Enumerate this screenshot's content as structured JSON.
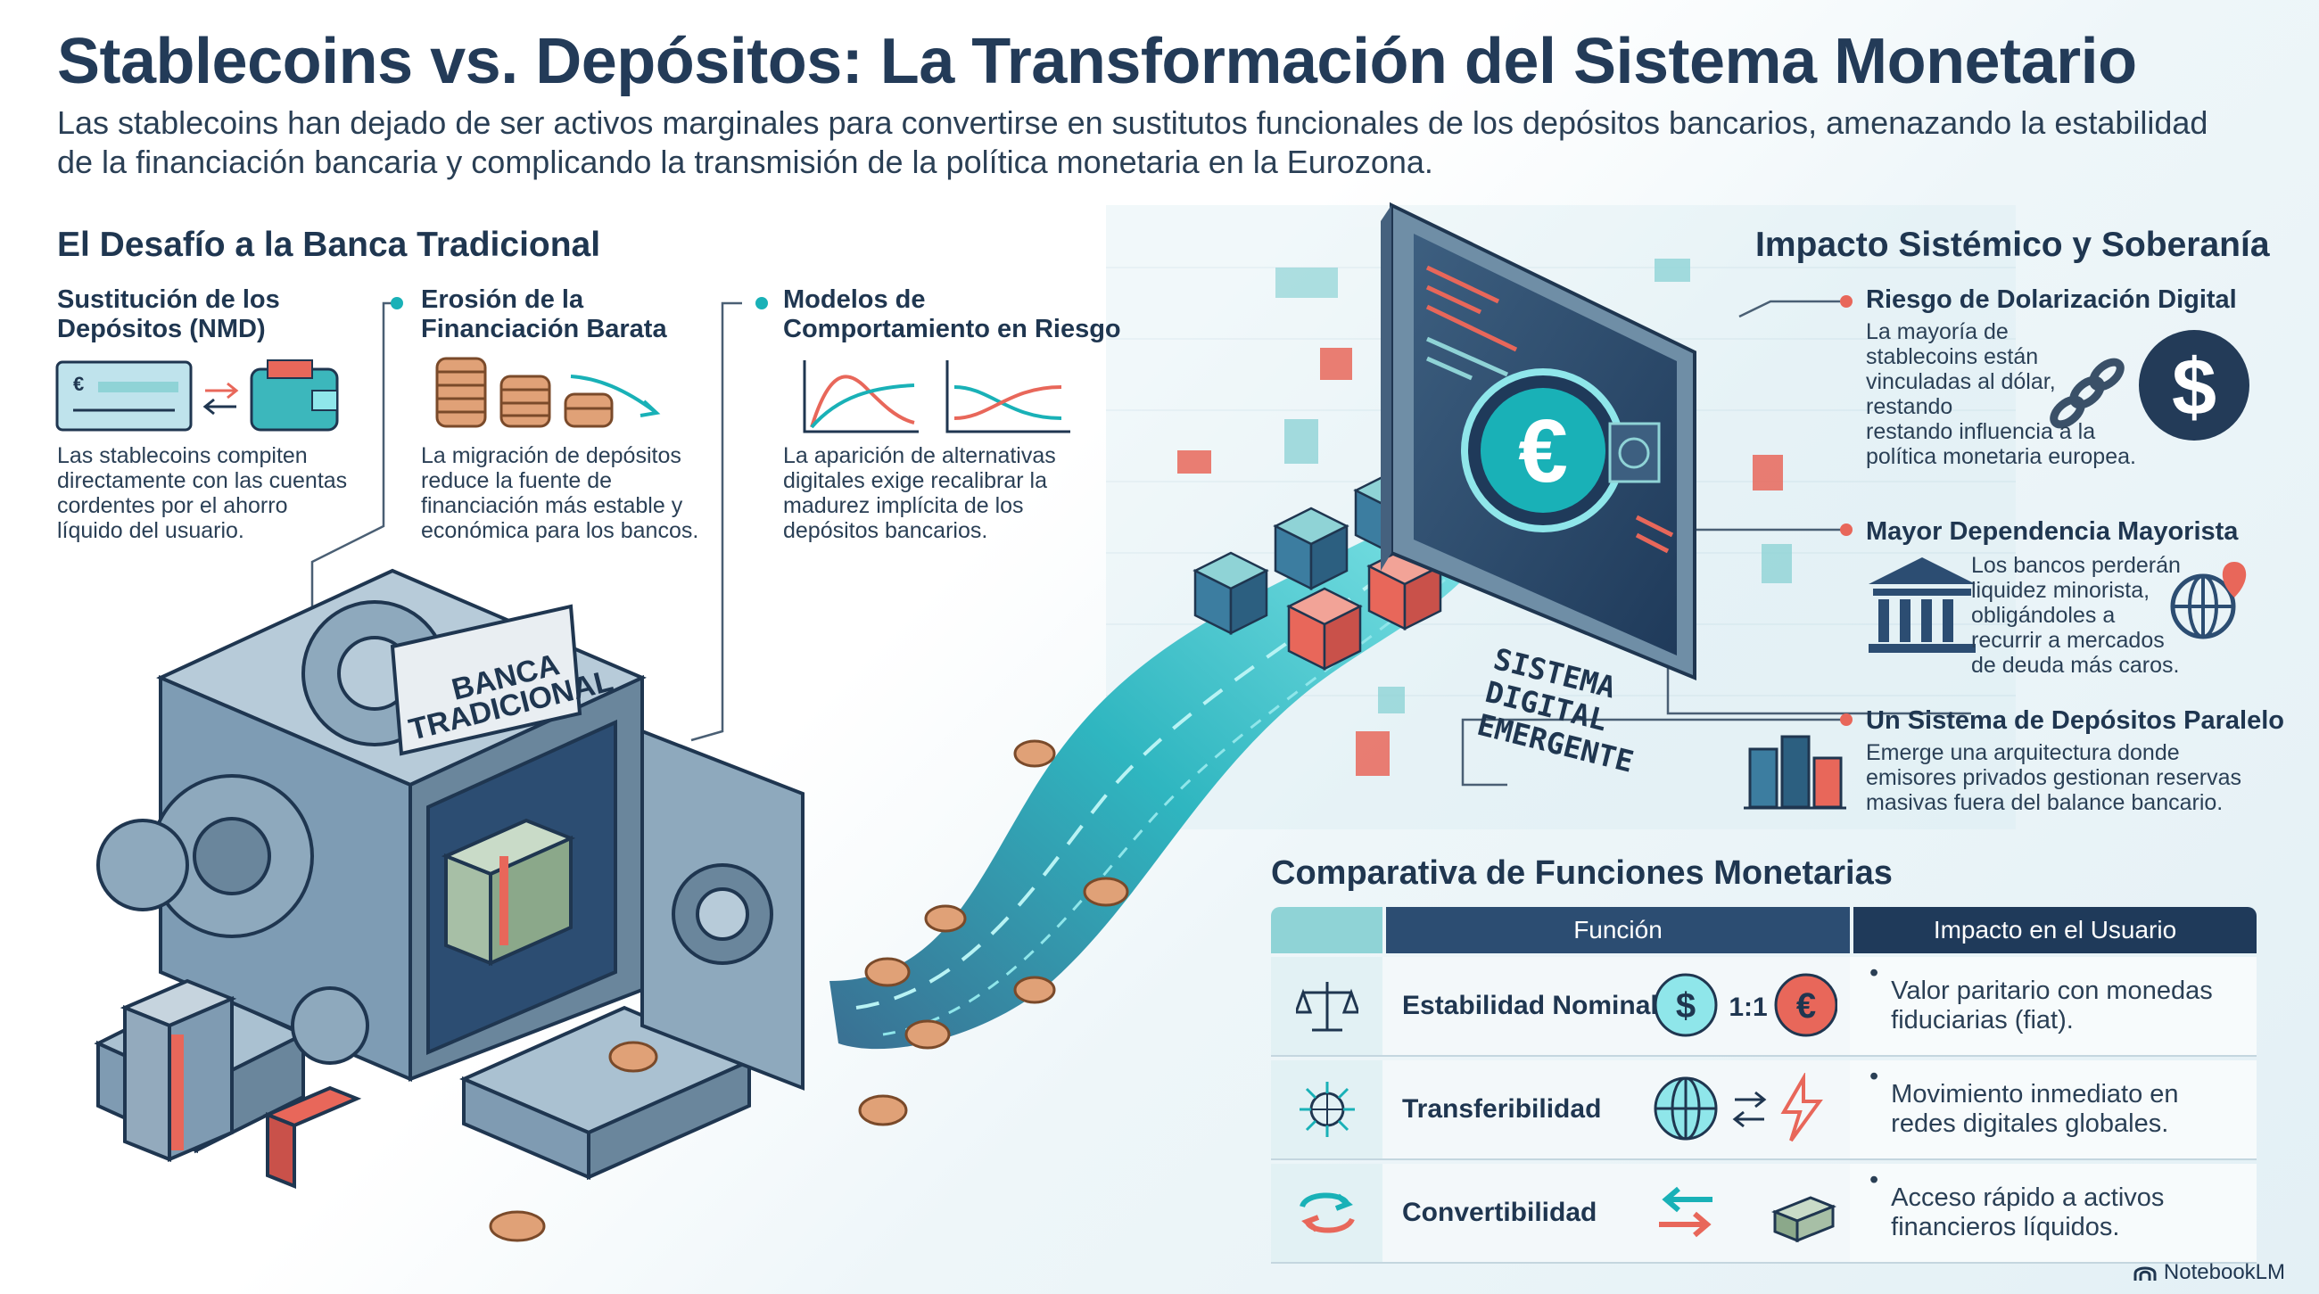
{
  "header": {
    "title": "Stablecoins vs. Depósitos: La Transformación del Sistema Monetario",
    "subtitle_1": "Las stablecoins han dejado de ser activos marginales para convertirse en sustitutos funcionales de los depósitos bancarios, amenazando la estabilidad",
    "subtitle_2": "de la financiación bancaria y complicando la transmisión de la política monetaria en la Eurozona."
  },
  "left_section": {
    "heading": "El Desafío a la Banca Tradicional",
    "cards": [
      {
        "title_1": "Sustitución de los",
        "title_2": "Depósitos (NMD)",
        "text_1": "Las stablecoins compiten",
        "text_2": "directamente con las cuentas",
        "text_3": "cordentes por el ahorro",
        "text_4": "líquido del usuario."
      },
      {
        "title_1": "Erosión de la",
        "title_2": "Financiación Barata",
        "text_1": "La migración de depósitos",
        "text_2": "reduce la fuente de",
        "text_3": "financiación más estable y",
        "text_4": "económica para los bancos."
      },
      {
        "title_1": "Modelos de",
        "title_2": "Comportamiento en Riesgo",
        "text_1": "La aparición de alternativas",
        "text_2": "digitales exige recalibrar la",
        "text_3": "madurez implícita de los",
        "text_4": "depósitos bancarios."
      }
    ]
  },
  "illustration": {
    "vault_sign_1": "BANCA",
    "vault_sign_2": "TRADICIONAL",
    "digital_1": "SISTEMA",
    "digital_2": "DIGITAL",
    "digital_3": "EMERGENTE"
  },
  "right_section": {
    "heading": "Impacto Sistémico y Soberanía",
    "items": [
      {
        "title": "Riesgo de Dolarización Digital",
        "text_1": "La mayoría de",
        "text_2": "stablecoins están",
        "text_3": "vinculadas al dólar,",
        "text_4": "restando",
        "text_5": "restando influencia a la",
        "text_6": "política monetaria europea."
      },
      {
        "title": "Mayor Dependencia Mayorista",
        "text_1": "Los bancos perderán",
        "text_2": "liquidez minorista,",
        "text_3": "obligándoles a",
        "text_4": "recurrir a mercados",
        "text_5": "de deuda más caros."
      },
      {
        "title": "Un Sistema de Depósitos Paralelo",
        "text_1": "Emerge una arquitectura donde",
        "text_2": "emisores privados gestionan reservas",
        "text_3": "masivas fuera del balance bancario."
      }
    ]
  },
  "comparison": {
    "heading": "Comparativa de Funciones Monetarias",
    "col_function": "Función",
    "col_impact": "Impacto en el Usuario",
    "rows": [
      {
        "function": "Estabilidad Nominal",
        "ratio": "1:1",
        "impact_1": "Valor paritario con monedas",
        "impact_2": "fiduciarias (fiat)."
      },
      {
        "function": "Transferibilidad",
        "impact_1": "Movimiento inmediato en",
        "impact_2": "redes digitales globales."
      },
      {
        "function": "Convertibilidad",
        "impact_1": "Acceso rápido a activos",
        "impact_2": "financieros líquidos."
      }
    ]
  },
  "footer": {
    "brand": "NotebookLM"
  },
  "colors": {
    "navy": "#1f3650",
    "teal": "#19b1b7",
    "coral": "#e8675a",
    "steel": "#6f8ea6"
  }
}
